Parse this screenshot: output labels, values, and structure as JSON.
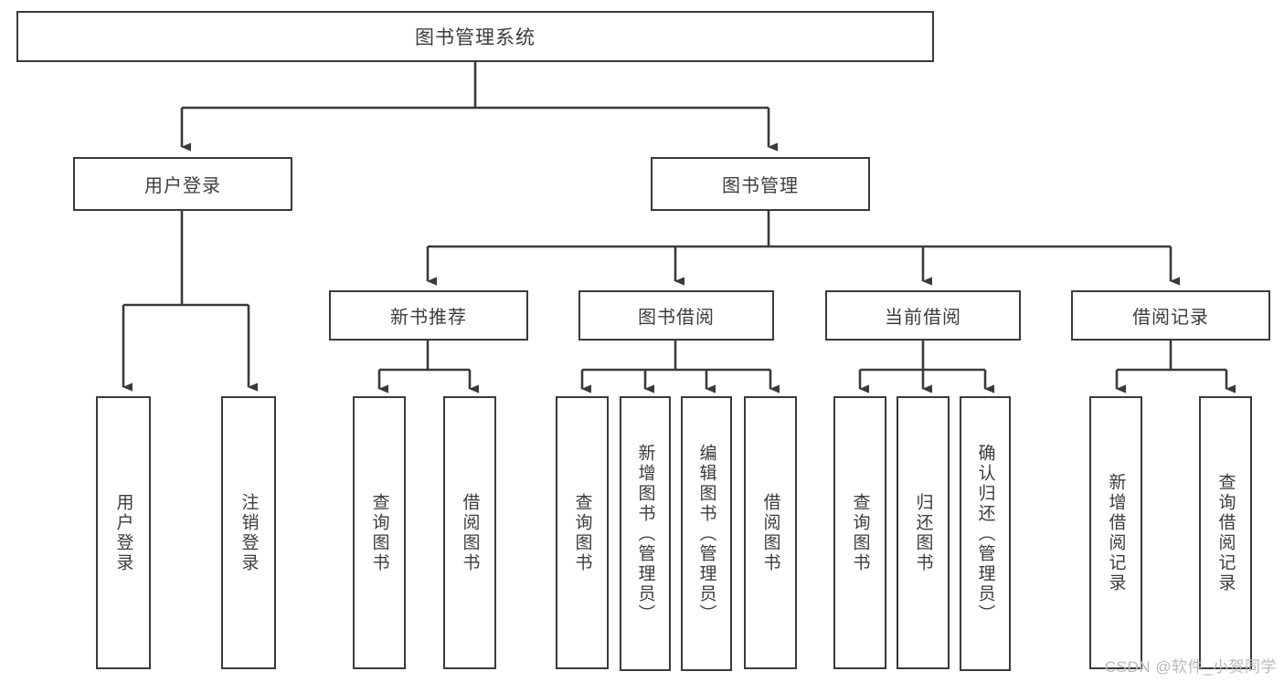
{
  "diagram": {
    "title": "图书管理系统",
    "type": "tree-hierarchy-chart",
    "colors": {
      "stroke": "#3a3a3a",
      "fill": "#ffffff",
      "text": "#3c3c3c",
      "watermark": "#b9b9b9"
    },
    "root": {
      "label": "图书管理系统"
    },
    "level2": [
      {
        "label": "用户登录"
      },
      {
        "label": "图书管理"
      }
    ],
    "level3": [
      {
        "label": "新书推荐"
      },
      {
        "label": "图书借阅"
      },
      {
        "label": "当前借阅"
      },
      {
        "label": "借阅记录"
      }
    ],
    "leaves": {
      "user_login": [
        {
          "label": "用户登录"
        },
        {
          "label": "注销登录"
        }
      ],
      "new_book_recommend": [
        {
          "label": "查询图书"
        },
        {
          "label": "借阅图书"
        }
      ],
      "book_borrow": [
        {
          "label": "查询图书"
        },
        {
          "label": "新增图书（管理员）"
        },
        {
          "label": "编辑图书（管理员）"
        },
        {
          "label": "借阅图书"
        }
      ],
      "current_borrow": [
        {
          "label": "查询图书"
        },
        {
          "label": "归还图书"
        },
        {
          "label": "确认归还（管理员）"
        }
      ],
      "borrow_record": [
        {
          "label": "新增借阅记录"
        },
        {
          "label": "查询借阅记录"
        }
      ]
    },
    "watermark": "CSDN @软件_小贺同学"
  }
}
